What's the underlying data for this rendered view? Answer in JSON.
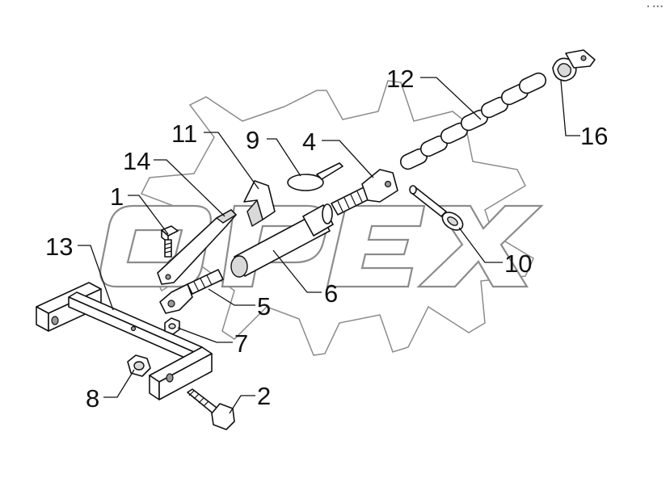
{
  "corner_mark": "• •••",
  "watermark": {
    "text": "OPEX"
  },
  "callouts": {
    "c1": "1",
    "c2": "2",
    "c4": "4",
    "c5": "5",
    "c6": "6",
    "c7": "7",
    "c8": "8",
    "c9": "9",
    "c10": "10",
    "c11": "11",
    "c12": "12",
    "c13": "13",
    "c14": "14",
    "c16": "16"
  },
  "colors": {
    "line": "#111111",
    "watermark": "#8c8c8c",
    "shade": "#d9d9d9",
    "background": "#ffffff"
  }
}
